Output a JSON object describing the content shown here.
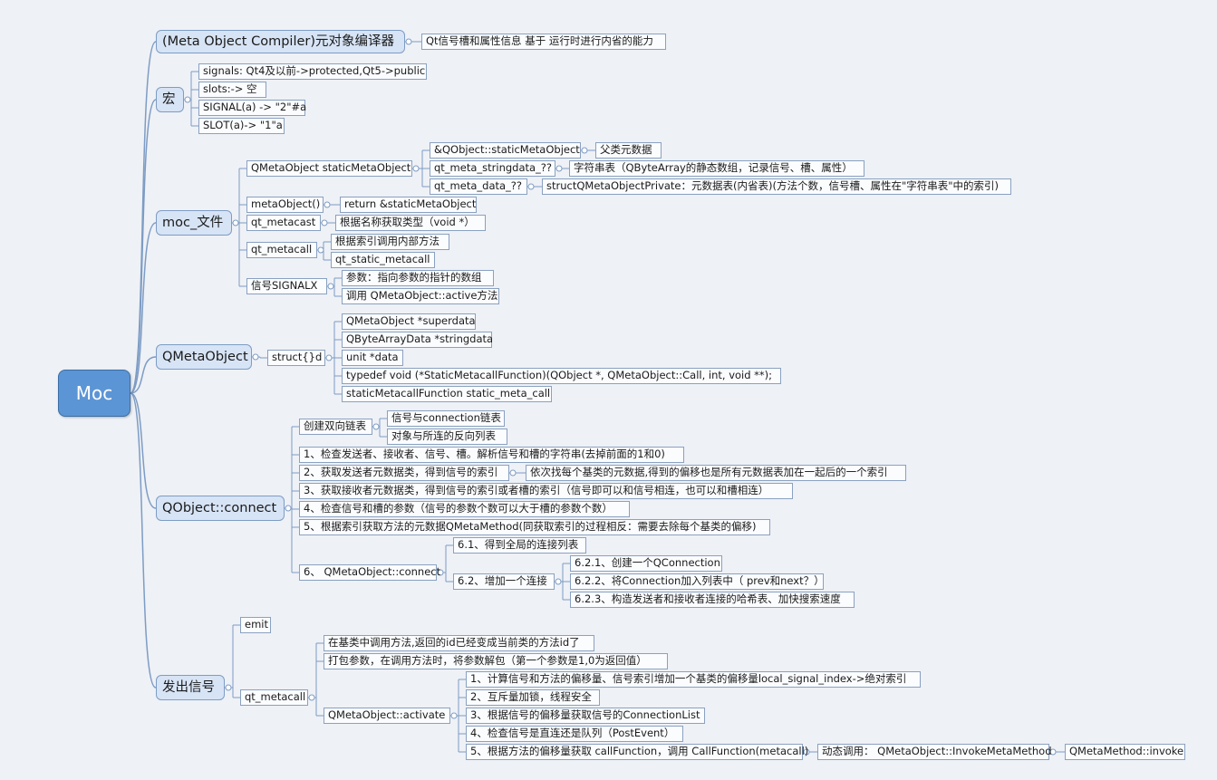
{
  "root": "Moc",
  "moc_compiler": {
    "label": "(Meta Object Compiler)元对象编译器",
    "desc": "Qt信号槽和属性信息 基于 运行时进行内省的能力"
  },
  "macro": {
    "label": "宏",
    "items": [
      "signals:  Qt4及以前->protected,Qt5->public",
      "slots:-> 空",
      "SIGNAL(a) -> \"2\"#a",
      "SLOT(a)-> \"1\"a"
    ]
  },
  "moc_file": {
    "label": "moc_文件",
    "static_meta_object": "QMetaObject staticMetaObject",
    "static_meta_children": [
      {
        "label": "&QObject::staticMetaObject",
        "note": "父类元数据"
      },
      {
        "label": "qt_meta_stringdata_??",
        "note": "字符串表（QByteArray的静态数组，记录信号、槽、属性）"
      },
      {
        "label": "qt_meta_data_??",
        "note": "structQMetaObjectPrivate：元数据表(内省表)(方法个数，信号槽、属性在\"字符串表\"中的索引)"
      }
    ],
    "meta_object": "metaObject()",
    "meta_object_note": "return &staticMetaObject",
    "metacast": "qt_metacast",
    "metacast_note": "根据名称获取类型（void *）",
    "metacall": "qt_metacall",
    "metacall_notes": [
      "根据索引调用内部方法",
      "qt_static_metacall"
    ],
    "signal": "信号SIGNALX",
    "signal_notes": [
      "参数：指向参数的指针的数组",
      "调用 QMetaObject::active方法"
    ]
  },
  "qmetaobject": {
    "label": "QMetaObject",
    "struct": "struct{}d",
    "fields": [
      "QMetaObject *superdata",
      "QByteArrayData *stringdata",
      "unit *data",
      "typedef void (*StaticMetacallFunction)(QObject *, QMetaObject::Call, int, void **);",
      "staticMetacallFunction static_meta_call"
    ]
  },
  "connect": {
    "label": "QObject::connect",
    "create": "创建双向链表",
    "create_notes": [
      "信号与connection链表",
      "对象与所连的反向列表"
    ],
    "step1": "1、检查发送者、接收者、信号、槽。解析信号和槽的字符串(去掉前面的1和0)",
    "step2": "2、获取发送者元数据类，得到信号的索引",
    "step2_note": "依次找每个基类的元数据,得到的偏移也是所有元数据表加在一起后的一个索引",
    "step3": "3、获取接收者元数据类，得到信号的索引或者槽的索引（信号即可以和信号相连，也可以和槽相连）",
    "step4": "4、检查信号和槽的参数（信号的参数个数可以大于槽的参数个数）",
    "step5": "5、根据索引获取方法的元数据QMetaMethod(同获取索引的过程相反：需要去除每个基类的偏移)",
    "step6": "6、 QMetaObject::connect",
    "step6_1": "6.1、得到全局的连接列表",
    "step6_2": "6.2、增加一个连接",
    "step6_2_children": [
      "6.2.1、创建一个QConnection",
      "6.2.2、将Connection加入列表中（ prev和next？）",
      "6.2.3、构造发送者和接收者连接的哈希表、加快搜索速度"
    ]
  },
  "emit_signal": {
    "label": "发出信号",
    "emit": "emit",
    "metacall": "qt_metacall",
    "metacall_notes": [
      "在基类中调用方法,返回的id已经变成当前类的方法id了",
      "打包参数，在调用方法时，将参数解包（第一个参数是1,0为返回值）"
    ],
    "activate": "QMetaObject::activate",
    "activate_steps": [
      "1、计算信号和方法的偏移量、信号索引增加一个基类的偏移量local_signal_index->绝对索引",
      "2、互斥量加锁，线程安全",
      "3、根据信号的偏移量获取信号的ConnectionList",
      "4、检查信号是直连还是队列（PostEvent）",
      "5、根据方法的偏移量获取 callFunction，调用 CallFunction(metacall)"
    ],
    "dynamic_call": "动态调用： QMetaObject::InvokeMetaMethod",
    "invoke": "QMetaMethod::invoke"
  }
}
